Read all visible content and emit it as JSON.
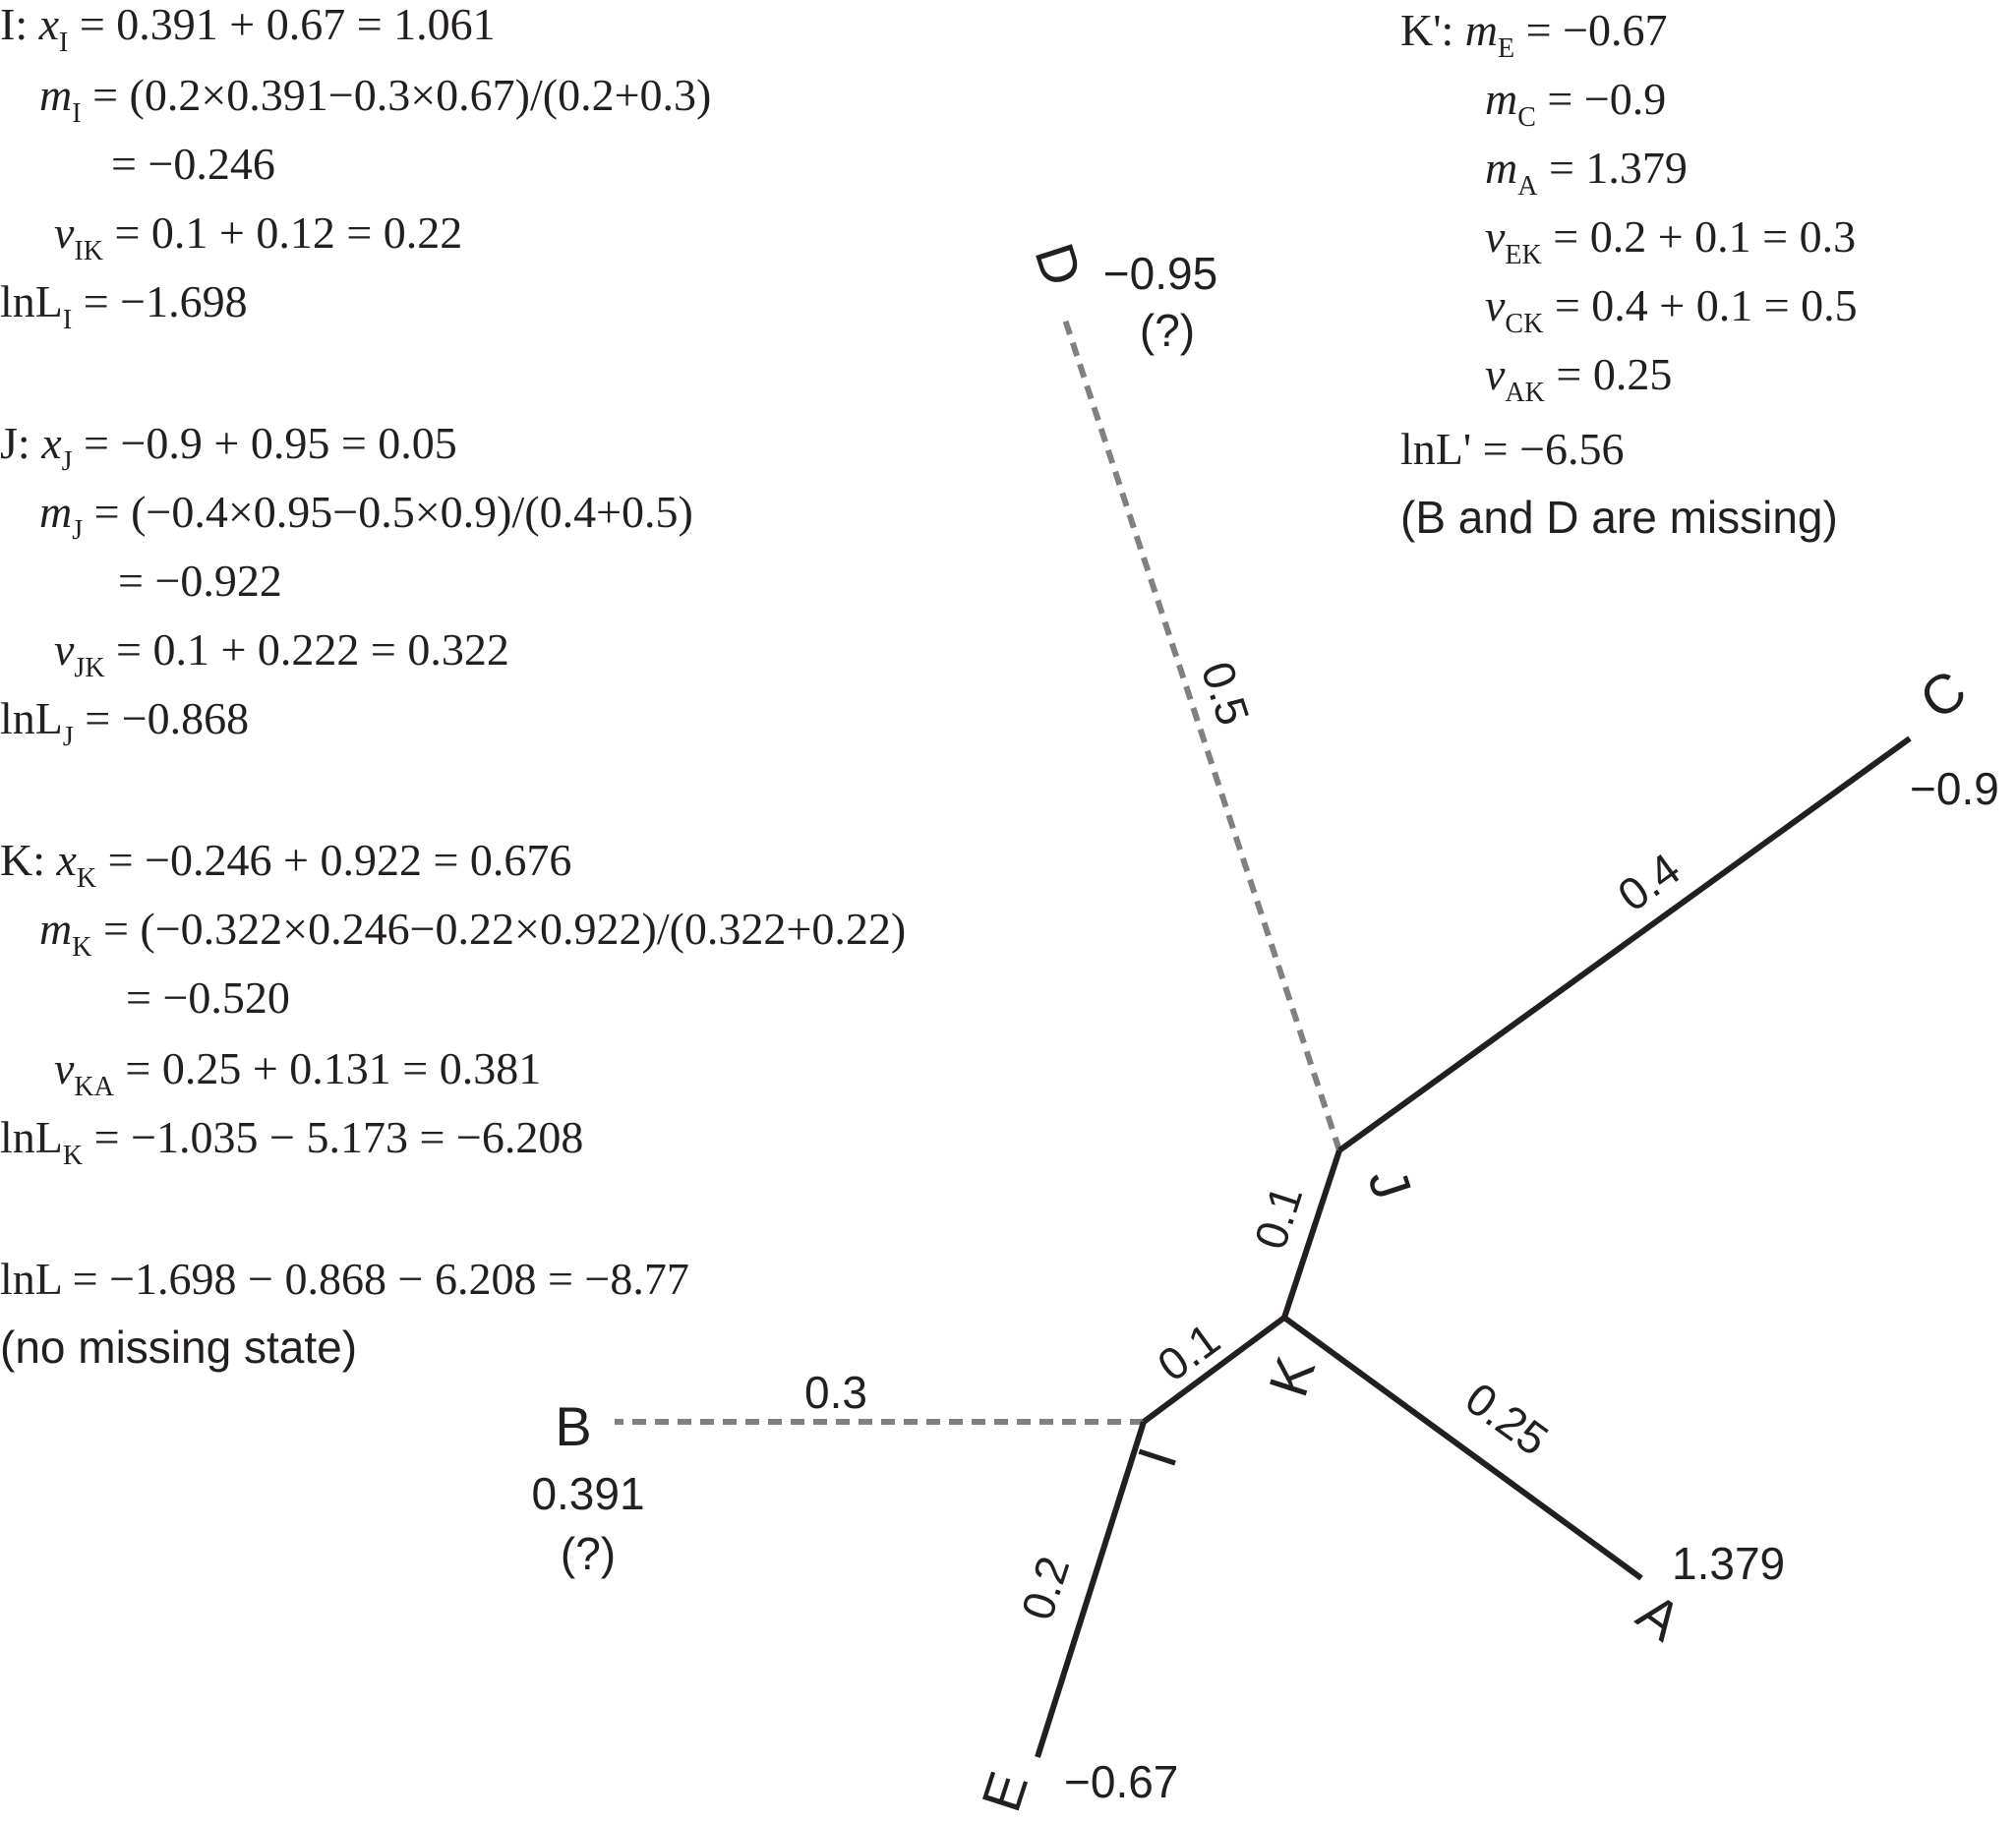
{
  "left_text": {
    "I_line1_prefix": "I: ",
    "I_line1_var": "x",
    "I_line1_sub": "I",
    "I_line1_rest": " = 0.391 + 0.67 = 1.061",
    "I_line2_var": "m",
    "I_line2_sub": "I",
    "I_line2_rest": " = (0.2×0.391−0.3×0.67)/(0.2+0.3)",
    "I_line3": "= −0.246",
    "I_line4_var": "v",
    "I_line4_sub": "IK",
    "I_line4_rest": " = 0.1 + 0.12 = 0.22",
    "I_line5_pre": "lnL",
    "I_line5_sub": "I",
    "I_line5_rest": " = −1.698",
    "J_line1_prefix": "J: ",
    "J_line1_var": "x",
    "J_line1_sub": "J",
    "J_line1_rest": " = −0.9 + 0.95 = 0.05",
    "J_line2_var": "m",
    "J_line2_sub": "J",
    "J_line2_rest": " = (−0.4×0.95−0.5×0.9)/(0.4+0.5)",
    "J_line3": "= −0.922",
    "J_line4_var": "v",
    "J_line4_sub": "JK",
    "J_line4_rest": " = 0.1 + 0.222 = 0.322",
    "J_line5_pre": "lnL",
    "J_line5_sub": "J",
    "J_line5_rest": " = −0.868",
    "K_line1_prefix": "K: ",
    "K_line1_var": "x",
    "K_line1_sub": "K",
    "K_line1_rest": " = −0.246 + 0.922 = 0.676",
    "K_line2_var": "m",
    "K_line2_sub": "K",
    "K_line2_rest": " = (−0.322×0.246−0.22×0.922)/(0.322+0.22)",
    "K_line3": "= −0.520",
    "K_line4_var": "v",
    "K_line4_sub": "KA",
    "K_line4_rest": " = 0.25 + 0.131 = 0.381",
    "K_line5_pre": "lnL",
    "K_line5_sub": "K",
    "K_line5_rest": " = −1.035 − 5.173 = −6.208",
    "total": "lnL = −1.698 − 0.868 − 6.208 = −8.77",
    "note": "(no missing state)"
  },
  "right_text": {
    "header": "K': ",
    "mE_var": "m",
    "mE_sub": "E",
    "mE_rest": " = −0.67",
    "mC_var": "m",
    "mC_sub": "C",
    "mC_rest": " = −0.9",
    "mA_var": "m",
    "mA_sub": "A",
    "mA_rest": " = 1.379",
    "vEK_var": "v",
    "vEK_sub": "EK",
    "vEK_rest": " = 0.2 + 0.1 = 0.3",
    "vCK_var": "v",
    "vCK_sub": "CK",
    "vCK_rest": " = 0.4 + 0.1 = 0.5",
    "vAK_var": "v",
    "vAK_sub": "AK",
    "vAK_rest": " = 0.25",
    "lnL": "lnL' = −6.56",
    "note": "(B and D are missing)"
  },
  "tree": {
    "nodes": {
      "A": "A",
      "B": "B",
      "C": "C",
      "D": "D",
      "E": "E",
      "I": "I",
      "J": "J",
      "K": "K"
    },
    "values": {
      "A": "1.379",
      "B": "0.391",
      "B_missing": "(?)",
      "C": "−0.9",
      "D": "−0.95",
      "D_missing": "(?)",
      "E": "−0.67"
    },
    "branch_lengths": {
      "IB": "0.3",
      "IE": "0.2",
      "IK": "0.1",
      "KJ": "0.1",
      "KA": "0.25",
      "JD": "0.5",
      "JC": "0.4"
    },
    "colors": {
      "observed_branch": "#231f20",
      "missing_branch": "#808080"
    }
  }
}
